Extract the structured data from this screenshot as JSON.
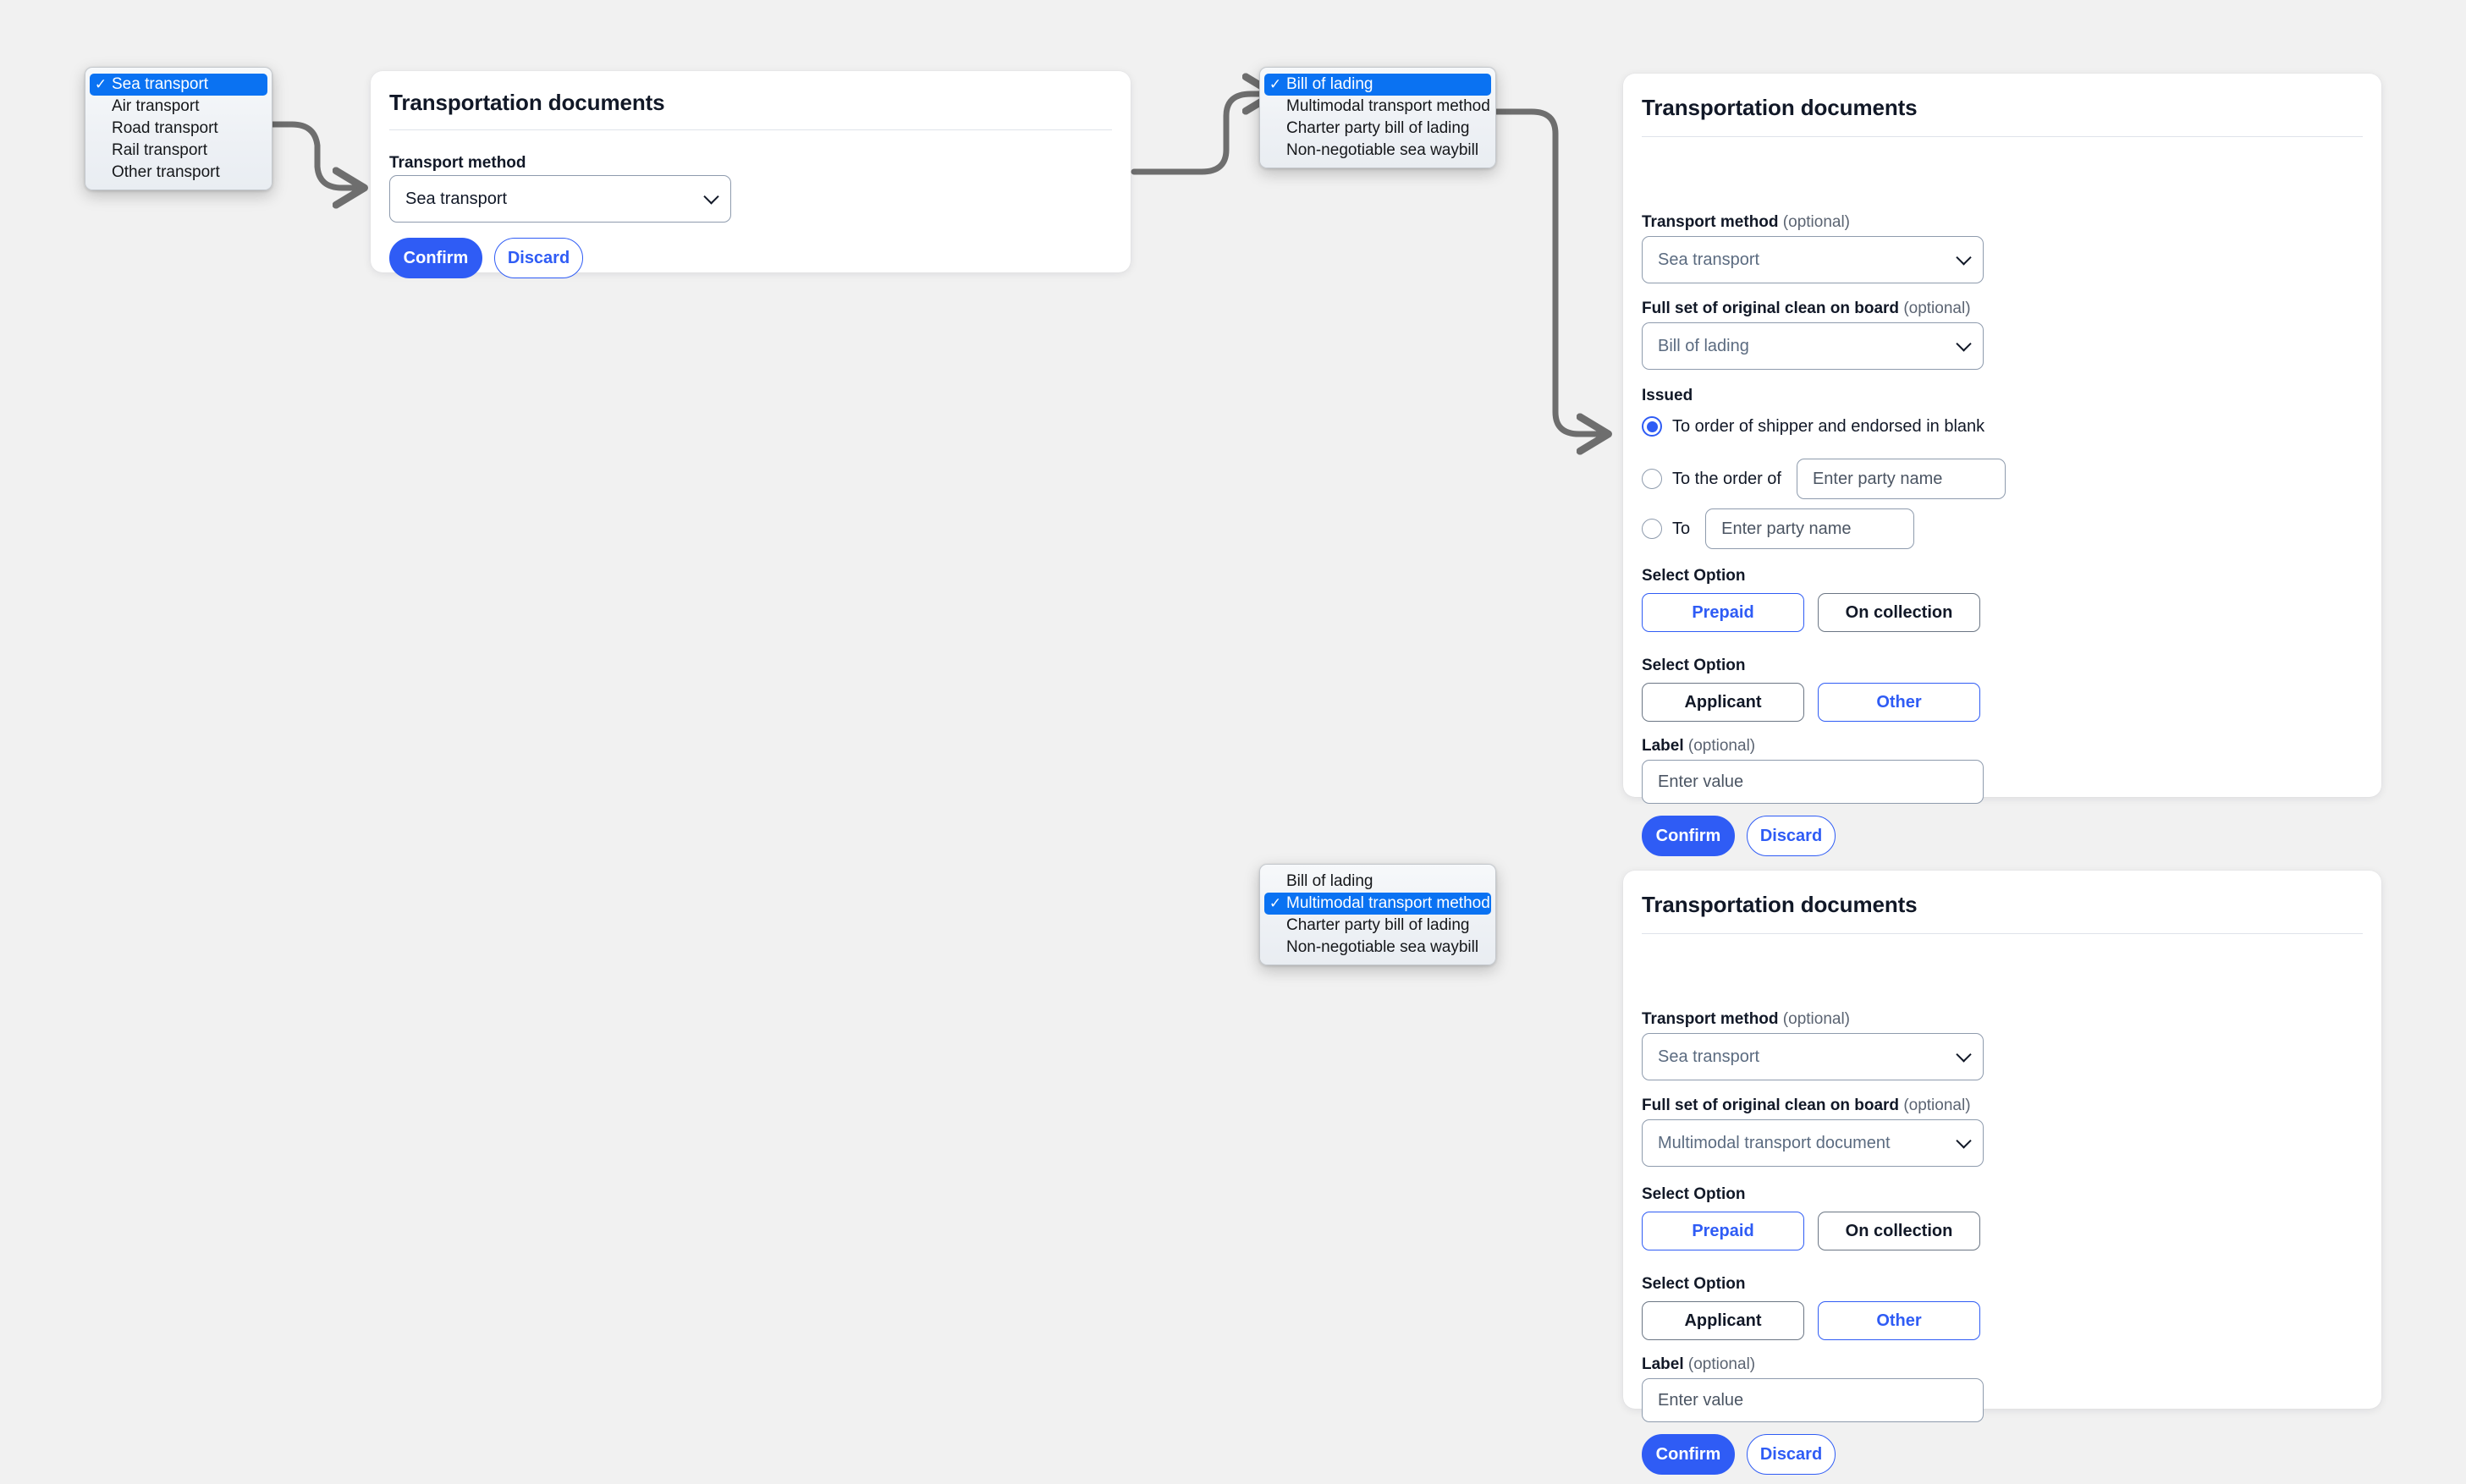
{
  "canvas": {
    "background": "#f1f1f1"
  },
  "accent": {
    "blue": "#2f5cf5",
    "macos_highlight": "#0a72f2"
  },
  "transport_menu": {
    "name": "transport-method-popup",
    "items": [
      {
        "label": "Sea transport",
        "selected": true
      },
      {
        "label": "Air transport",
        "selected": false
      },
      {
        "label": "Road transport",
        "selected": false
      },
      {
        "label": "Rail transport",
        "selected": false
      },
      {
        "label": "Other transport",
        "selected": false
      }
    ]
  },
  "doc_menu_top": {
    "name": "full-set-popup-top",
    "items": [
      {
        "label": "Bill of lading",
        "selected": true
      },
      {
        "label": "Multimodal transport method",
        "selected": false
      },
      {
        "label": "Charter party bill of lading",
        "selected": false
      },
      {
        "label": "Non-negotiable sea waybill",
        "selected": false
      }
    ]
  },
  "doc_menu_bottom": {
    "name": "full-set-popup-bottom",
    "items": [
      {
        "label": "Bill of lading",
        "selected": false
      },
      {
        "label": "Multimodal transport method",
        "selected": true
      },
      {
        "label": "Charter party bill of lading",
        "selected": false
      },
      {
        "label": "Non-negotiable sea waybill",
        "selected": false
      }
    ]
  },
  "card_simple": {
    "title": "Transportation documents",
    "transport_label": "Transport method",
    "transport_value": "Sea transport",
    "confirm": "Confirm",
    "discard": "Discard"
  },
  "panel_bol": {
    "title": "Transportation documents",
    "transport_label": "Transport method",
    "transport_optional": "(optional)",
    "transport_value": "Sea transport",
    "fullset_label": "Full set of original clean on board",
    "fullset_optional": "(optional)",
    "fullset_value": "Bill of lading",
    "issued_label": "Issued",
    "radios": [
      {
        "label": "To order of shipper and endorsed in blank",
        "checked": true
      },
      {
        "label": "To the order of",
        "checked": false,
        "placeholder": "Enter party name"
      },
      {
        "label": "To",
        "checked": false,
        "placeholder": "Enter party name"
      }
    ],
    "select_option_1_label": "Select Option",
    "select_option_1": [
      {
        "label": "Prepaid",
        "active": true
      },
      {
        "label": "On collection",
        "active": false
      }
    ],
    "select_option_2_label": "Select Option",
    "select_option_2": [
      {
        "label": "Applicant",
        "active": false
      },
      {
        "label": "Other",
        "active": true
      }
    ],
    "label_label": "Label",
    "label_optional": "(optional)",
    "label_placeholder": "Enter value",
    "confirm": "Confirm",
    "discard": "Discard"
  },
  "panel_multimodal": {
    "title": "Transportation documents",
    "transport_label": "Transport method",
    "transport_optional": "(optional)",
    "transport_value": "Sea transport",
    "fullset_label": "Full set of original clean on board",
    "fullset_optional": "(optional)",
    "fullset_value": "Multimodal transport document",
    "select_option_1_label": "Select Option",
    "select_option_1": [
      {
        "label": "Prepaid",
        "active": true
      },
      {
        "label": "On collection",
        "active": false
      }
    ],
    "select_option_2_label": "Select Option",
    "select_option_2": [
      {
        "label": "Applicant",
        "active": false
      },
      {
        "label": "Other",
        "active": true
      }
    ],
    "label_label": "Label",
    "label_optional": "(optional)",
    "label_placeholder": "Enter value",
    "confirm": "Confirm",
    "discard": "Discard"
  }
}
